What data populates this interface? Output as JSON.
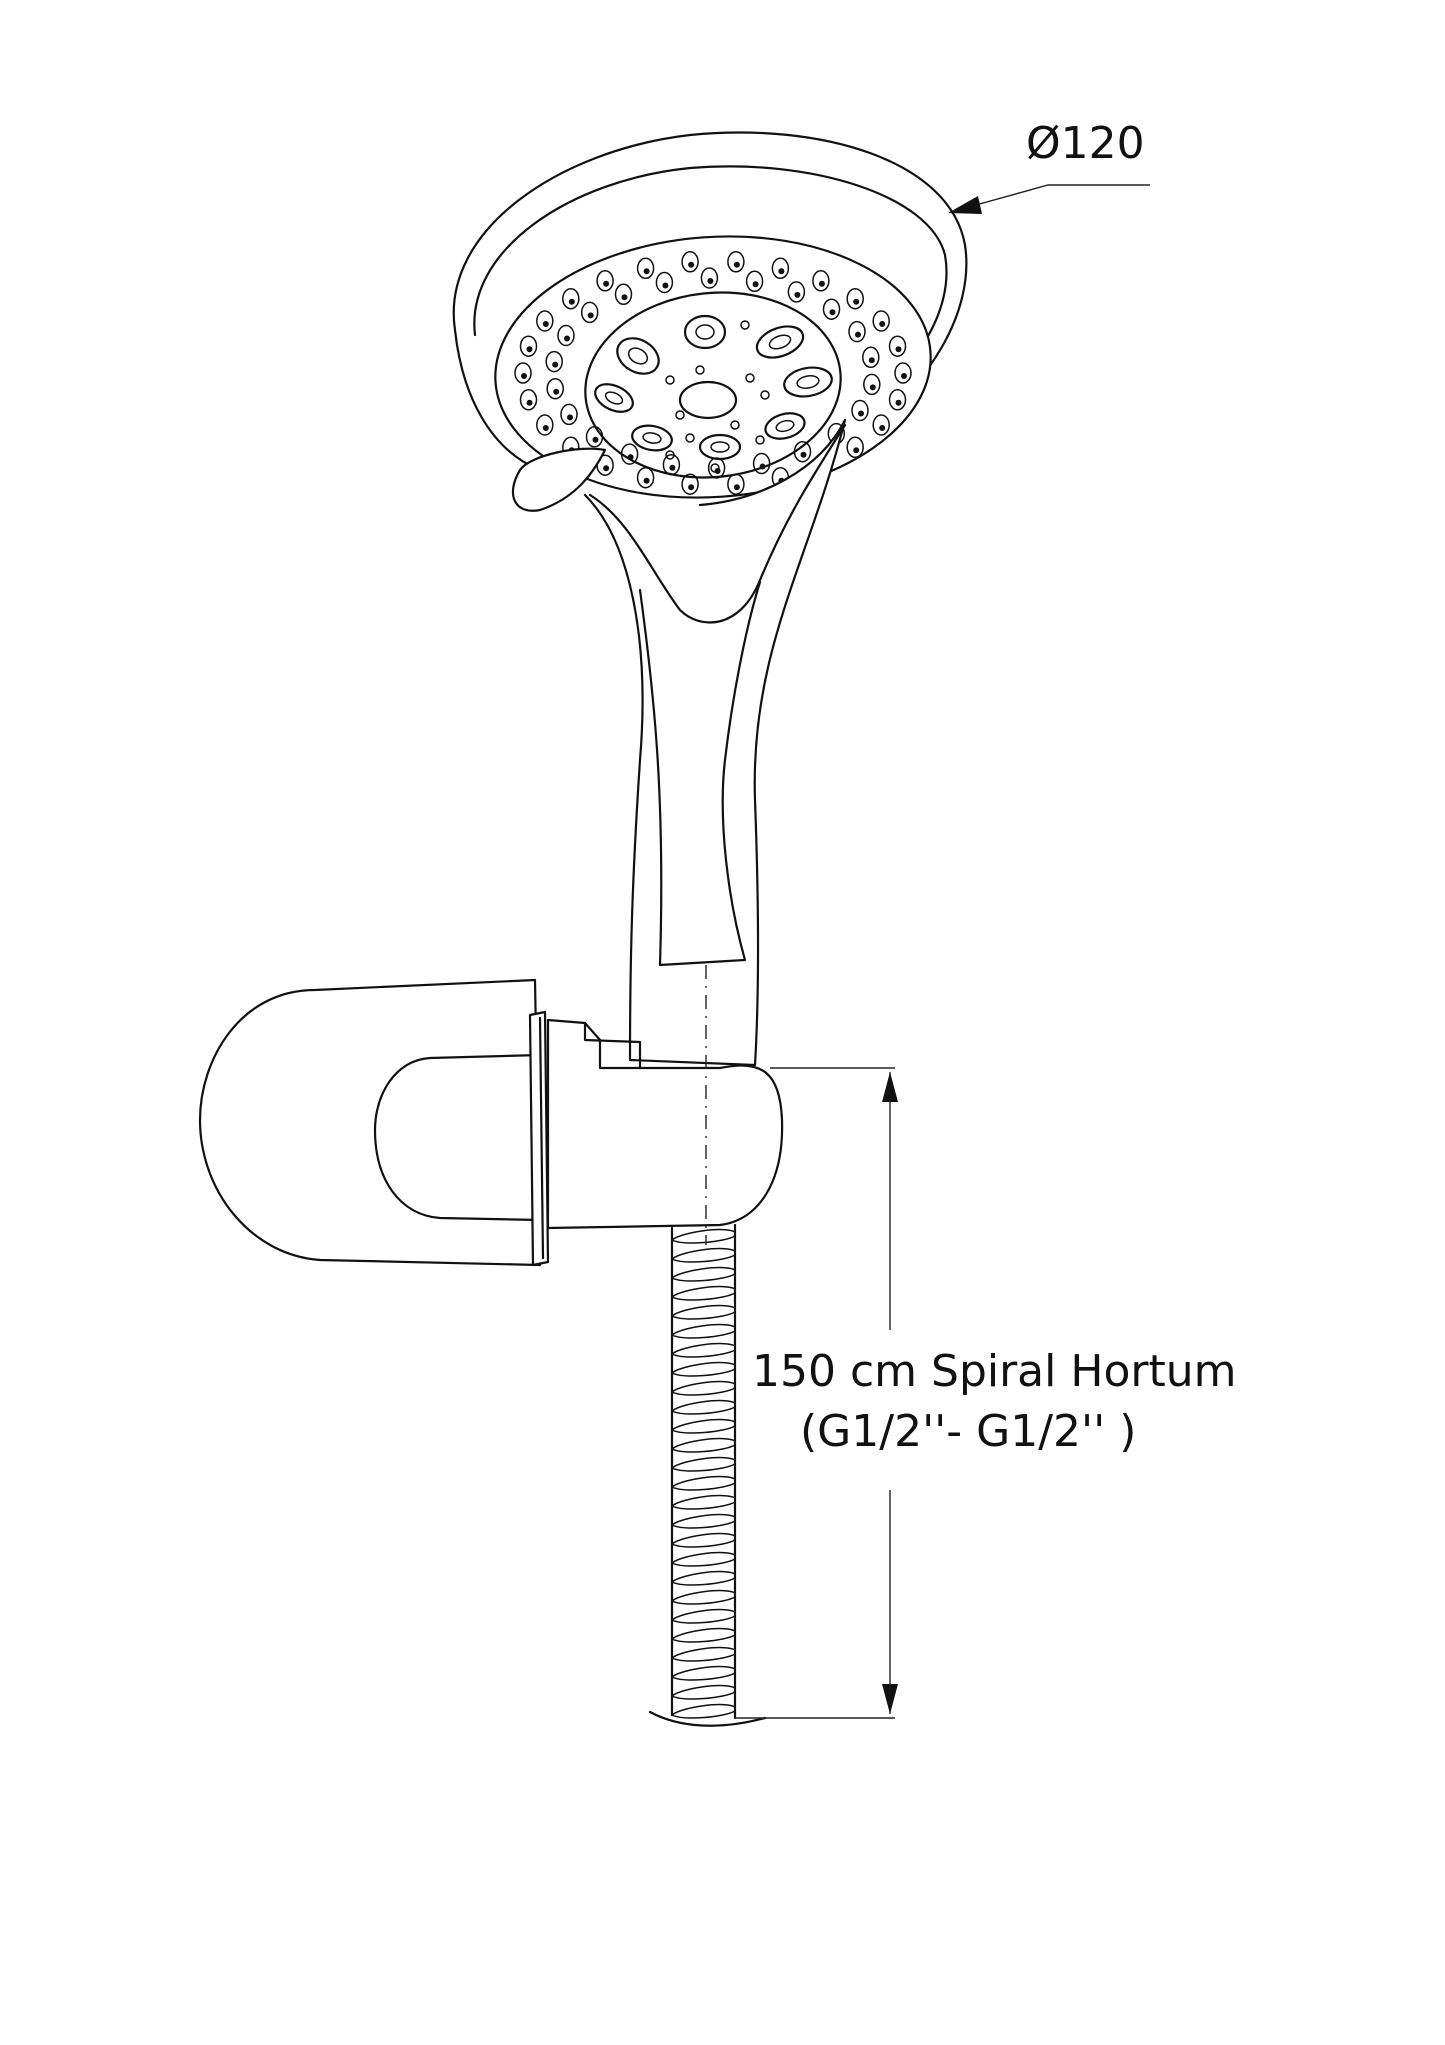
{
  "drawing": {
    "diameter_label": "Ø120",
    "hose_label_line1": "150 cm Spiral Hortum",
    "hose_label_line2": "(G1/2''- G1/2'' )"
  },
  "colors": {
    "line": "#111111",
    "background": "#ffffff"
  }
}
